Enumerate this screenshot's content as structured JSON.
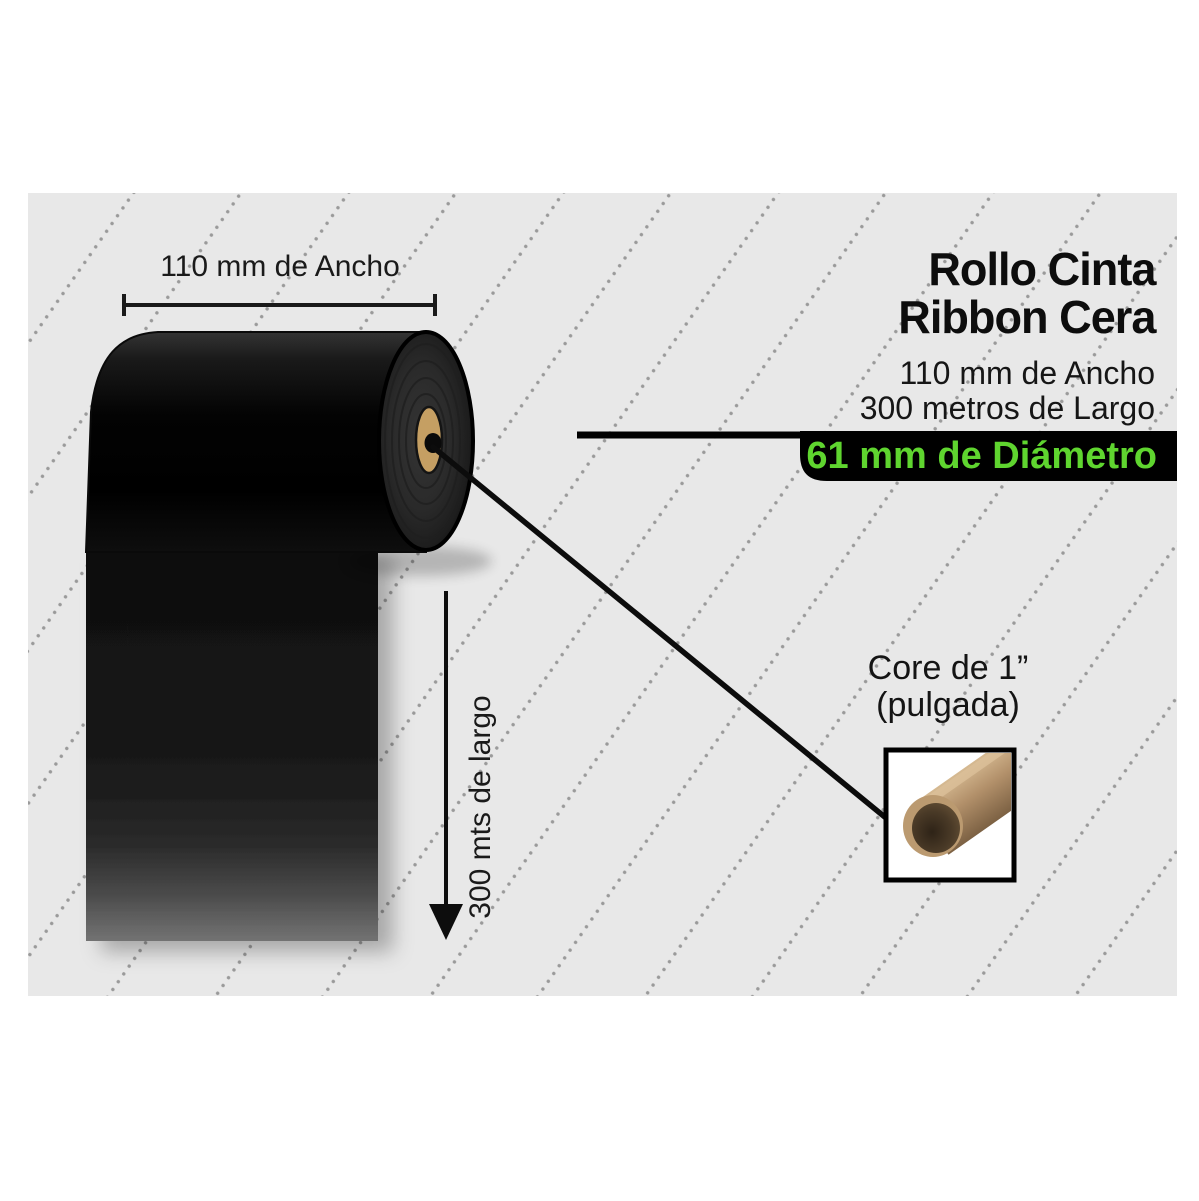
{
  "colors": {
    "panel-bg": "#e8e8e8",
    "dot": "#9a9a9a",
    "accent-green": "#5fd52f",
    "badge-bg": "#000000",
    "core-tan": "#c59f63",
    "text": "#111111"
  },
  "dimensions": {
    "width_label": "110 mm de Ancho",
    "length_label": "300 mts de largo"
  },
  "product": {
    "title_line1": "Rollo Cinta",
    "title_line2": "Ribbon Cera",
    "spec_width": "110 mm de Ancho",
    "spec_length": "300 metros de Largo",
    "diameter_badge": "61 mm de Diámetro"
  },
  "core_callout": {
    "line1": "Core de 1”",
    "line2": "(pulgada)"
  }
}
